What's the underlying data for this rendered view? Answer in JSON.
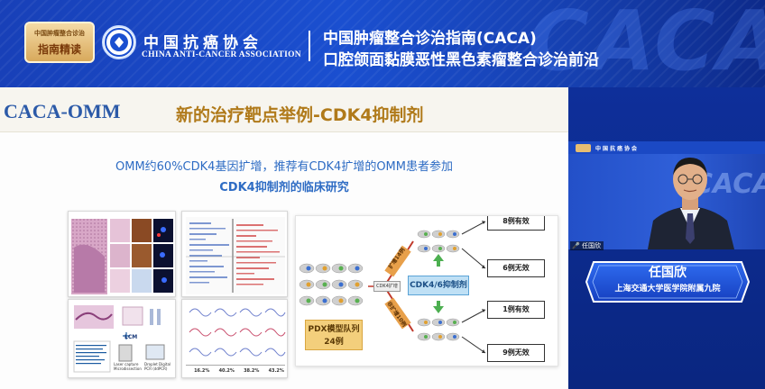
{
  "header": {
    "badge_top": "中国肿瘤整合诊治",
    "badge_bottom": "指南精读",
    "org_cn": "中国抗癌协会",
    "org_en": "CHINA ANTI-CANCER ASSOCIATION",
    "title_line1": "中国肿瘤整合诊治指南(CACA)",
    "title_line2": "口腔颌面黏膜恶性黑色素瘤整合诊治前沿",
    "bg_text": "CACA"
  },
  "slide": {
    "brand": "CACA-OMM",
    "title": "新的治疗靶点举例-CDK4抑制剂",
    "subtitle1": "OMM约60%CDK4基因扩增，推荐有CDK4扩增的OMM患者参加",
    "subtitle2": "CDK4抑制剂的临床研究",
    "diagram": {
      "pdx_line1": "PDX模型队列",
      "pdx_line2": "24例",
      "cdk4_small": "CDK4扩增",
      "center_label": "CDK4/6抑制剂",
      "arrow_top": "扩增14例",
      "arrow_bottom": "非扩增10例",
      "outcomes": [
        "8例有效",
        "6例无效",
        "1例有效",
        "9例无效"
      ]
    },
    "panel_labels": {
      "p3_lcm": "LCM",
      "p3_cap1": "Laser capture Microdissection",
      "p3_cap2": "Droplet Digital PCR (ddPCR)",
      "p4_pcts": [
        "16.2%",
        "40.2%",
        "38.2%",
        "43.2%"
      ]
    }
  },
  "speaker": {
    "mic_label": "任国欣",
    "name": "任国欣",
    "affiliation": "上海交通大学医学院附属九院",
    "cam_banner_text": "中国抗癌协会",
    "cam_bg_text": "CACA"
  },
  "colors": {
    "banner_blue": "#1a4fd0",
    "slide_title_gold": "#b07a1a",
    "brand_blue": "#2c5aa8",
    "subtitle_blue": "#2e6cc4"
  }
}
